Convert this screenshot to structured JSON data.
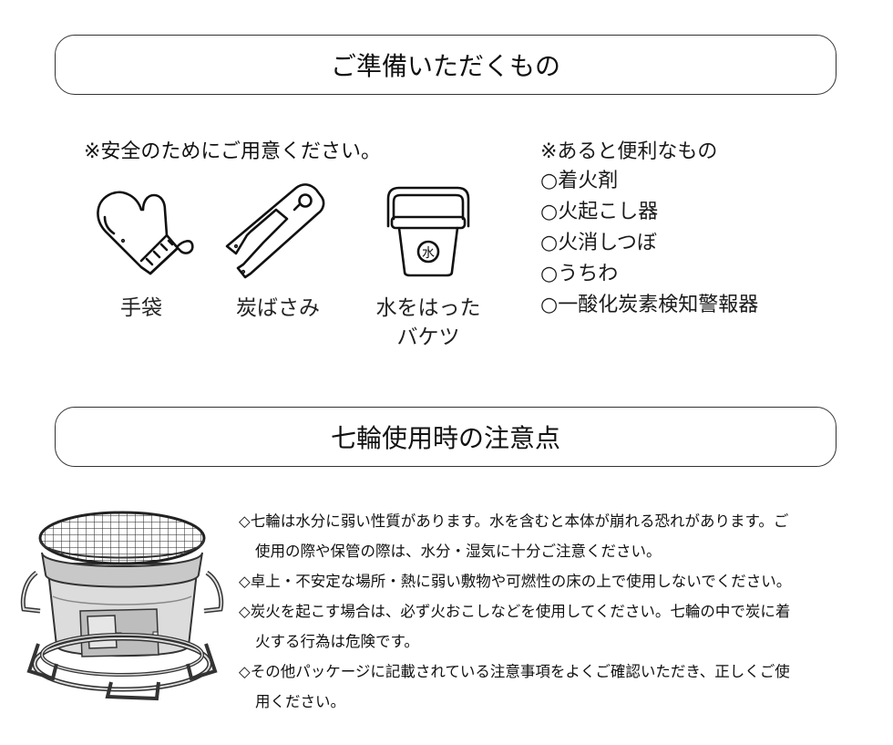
{
  "section1": {
    "title": "ご準備いただくもの",
    "safety_note": "※安全のためにご用意ください。",
    "tools": [
      {
        "icon": "oven-mitt-icon",
        "label": "手袋",
        "label_line2": ""
      },
      {
        "icon": "charcoal-tongs-icon",
        "label": "炭ばさみ",
        "label_line2": ""
      },
      {
        "icon": "water-bucket-icon",
        "label": "水をはった",
        "label_line2": "バケツ",
        "bucket_mark": "水"
      }
    ],
    "extras": {
      "heading": "※あると便利なもの",
      "items": [
        "○着火剤",
        "○火起こし器",
        "○火消しつぼ",
        "○うちわ",
        "○一酸化炭素検知警報器"
      ]
    }
  },
  "section2": {
    "title": "七輪使用時の注意点",
    "image": "shichirin-grill-illustration",
    "cautions": [
      {
        "line1": "◇七輪は水分に弱い性質があります。水を含むと本体が崩れる恐れがあります。ご",
        "line2": "使用の際や保管の際は、水分・湿気に十分ご注意ください。"
      },
      {
        "line1": "◇卓上・不安定な場所・熱に弱い敷物や可燃性の床の上で使用しないでください。",
        "line2": ""
      },
      {
        "line1": "◇炭火を起こす場合は、必ず火おこしなどを使用してください。七輪の中で炭に着",
        "line2": "火する行為は危険です。"
      },
      {
        "line1": "◇その他パッケージに記載されている注意事項をよくご確認いただき、正しくご使",
        "line2": "用ください。"
      }
    ]
  },
  "colors": {
    "text": "#111111",
    "border": "#333333",
    "background": "#ffffff",
    "grill_body": "#d8d8d8",
    "grill_dark": "#9a9a9a"
  }
}
